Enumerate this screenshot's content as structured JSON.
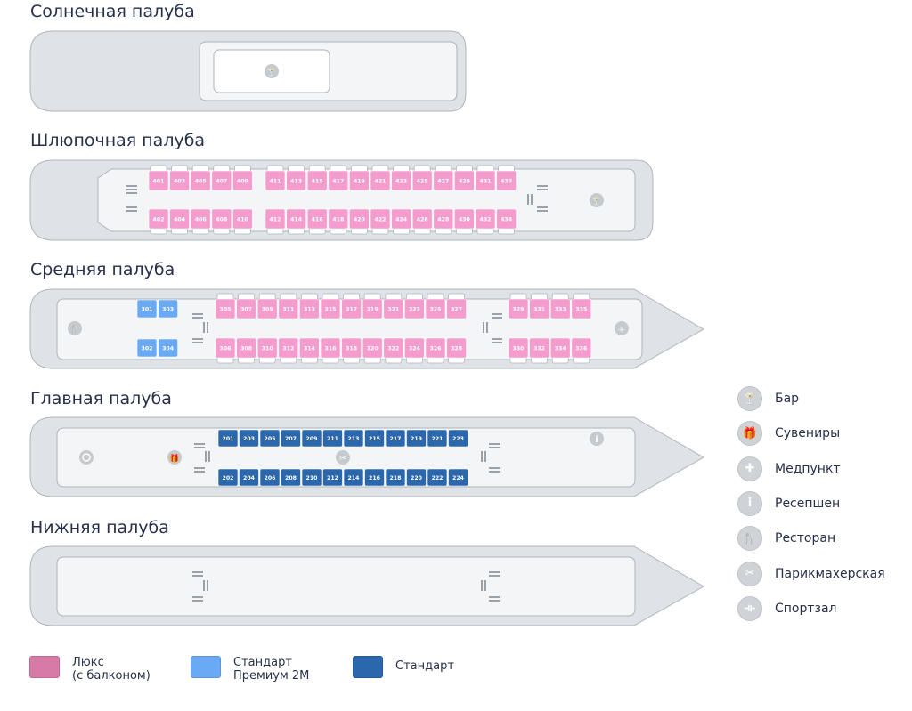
{
  "colors": {
    "lux": "#f49ccd",
    "premium": "#6aaaf4",
    "standard": "#2a67ad",
    "hull": "#dfe3e8",
    "hull_stroke": "#aeb5bd",
    "floor": "#f4f5f6"
  },
  "decks": [
    {
      "id": "sun",
      "title": "Солнечная палуба",
      "cabins": [],
      "services": [
        "bar-icon"
      ]
    },
    {
      "id": "boat",
      "title": "Шлюпочная палуба",
      "cabins_top": [
        "401",
        "403",
        "405",
        "407",
        "409",
        "411",
        "413",
        "415",
        "417",
        "419",
        "421",
        "423",
        "425",
        "427",
        "429",
        "431",
        "433"
      ],
      "cabins_bottom": [
        "402",
        "404",
        "406",
        "408",
        "410",
        "412",
        "414",
        "416",
        "418",
        "420",
        "422",
        "424",
        "426",
        "428",
        "430",
        "432",
        "434"
      ],
      "cabin_class": "lux",
      "services": [
        "bar-icon"
      ]
    },
    {
      "id": "middle",
      "title": "Средняя палуба",
      "premium_top": [
        "301",
        "303"
      ],
      "premium_bottom": [
        "302",
        "304"
      ],
      "cabins_top": [
        "305",
        "307",
        "309",
        "311",
        "313",
        "315",
        "317",
        "319",
        "321",
        "323",
        "325",
        "327"
      ],
      "cabins_bottom": [
        "306",
        "308",
        "310",
        "312",
        "314",
        "316",
        "318",
        "320",
        "322",
        "324",
        "326",
        "328"
      ],
      "aft_top": [
        "329",
        "331",
        "333",
        "335"
      ],
      "aft_bottom": [
        "330",
        "332",
        "334",
        "336"
      ],
      "services": [
        "restaurant-icon",
        "gym-icon"
      ]
    },
    {
      "id": "main",
      "title": "Главная палуба",
      "cabins_top": [
        "201",
        "203",
        "205",
        "207",
        "209",
        "211",
        "213",
        "215",
        "217",
        "219",
        "221",
        "223"
      ],
      "cabins_bottom": [
        "202",
        "204",
        "206",
        "208",
        "210",
        "212",
        "214",
        "216",
        "218",
        "220",
        "222",
        "224"
      ],
      "cabin_class": "standard",
      "services": [
        "medical-icon",
        "souvenir-icon",
        "barber-icon",
        "reception-icon"
      ]
    },
    {
      "id": "lower",
      "title": "Нижняя палуба",
      "cabins": [],
      "services": []
    }
  ],
  "services_legend": [
    {
      "icon": "bar-icon",
      "glyph": "🍸",
      "label": "Бар"
    },
    {
      "icon": "gift-icon",
      "glyph": "🎁",
      "label": "Сувениры"
    },
    {
      "icon": "medical-icon",
      "glyph": "✚",
      "label": "Медпункт"
    },
    {
      "icon": "info-icon",
      "glyph": "i",
      "label": "Ресепшен"
    },
    {
      "icon": "restaurant-icon",
      "glyph": "🍴",
      "label": "Ресторан"
    },
    {
      "icon": "scissors-icon",
      "glyph": "✂",
      "label": "Парикмахерская"
    },
    {
      "icon": "dumbbell-icon",
      "glyph": "⟛",
      "label": "Спортзал"
    }
  ],
  "cabins_legend": [
    {
      "key": "lux",
      "label": "Люкс\n(с балконом)"
    },
    {
      "key": "premium",
      "label": "Стандарт\nПремиум 2М"
    },
    {
      "key": "standard",
      "label": "Стандарт"
    }
  ]
}
